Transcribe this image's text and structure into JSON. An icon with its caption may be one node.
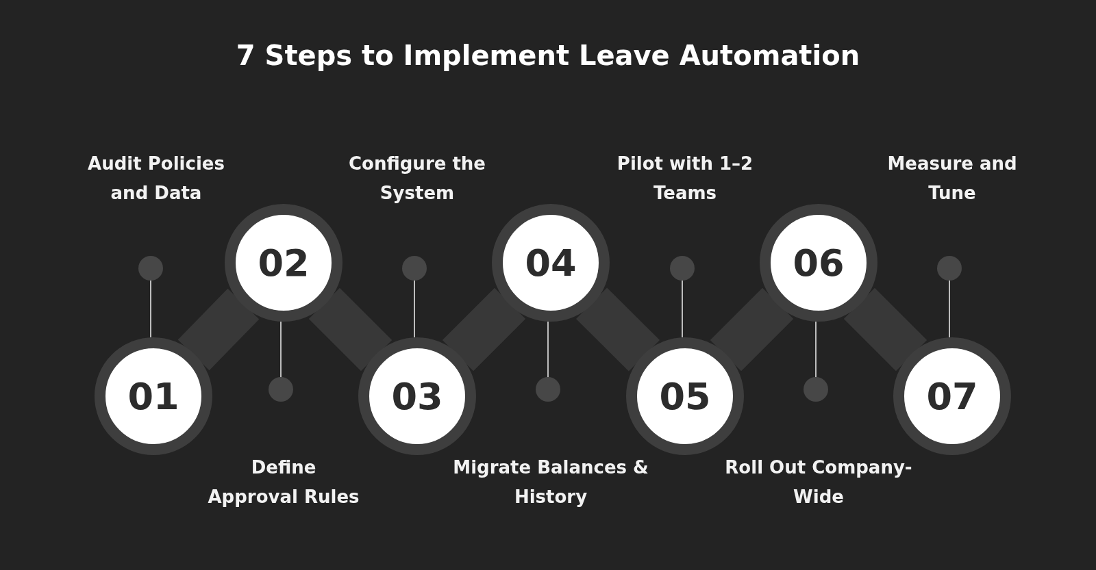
{
  "diagram": {
    "title": "7 Steps to Implement Leave Automation",
    "nodes": [
      {
        "text": [
          "01"
        ]
      },
      {
        "text": [
          "02"
        ]
      },
      {
        "text": [
          "03"
        ]
      },
      {
        "text": [
          "04"
        ]
      },
      {
        "text": [
          "05"
        ]
      },
      {
        "text": [
          "06"
        ]
      },
      {
        "text": [
          "07"
        ]
      }
    ],
    "edges": [
      {
        "from": 0,
        "to": 1,
        "arrow": "none"
      },
      {
        "from": 1,
        "to": 2,
        "arrow": "none"
      },
      {
        "from": 2,
        "to": 3,
        "arrow": "none"
      },
      {
        "from": 3,
        "to": 4,
        "arrow": "none"
      },
      {
        "from": 4,
        "to": 5,
        "arrow": "none"
      },
      {
        "from": 5,
        "to": 6,
        "arrow": "none"
      }
    ],
    "labels": [
      "Audit Policies and Data",
      "Configure the System",
      "Pilot with 1–2 Teams",
      "Measure and Tune",
      "Define Approval Rules",
      "Migrate Balances & History",
      "Roll Out Company-Wide"
    ]
  }
}
